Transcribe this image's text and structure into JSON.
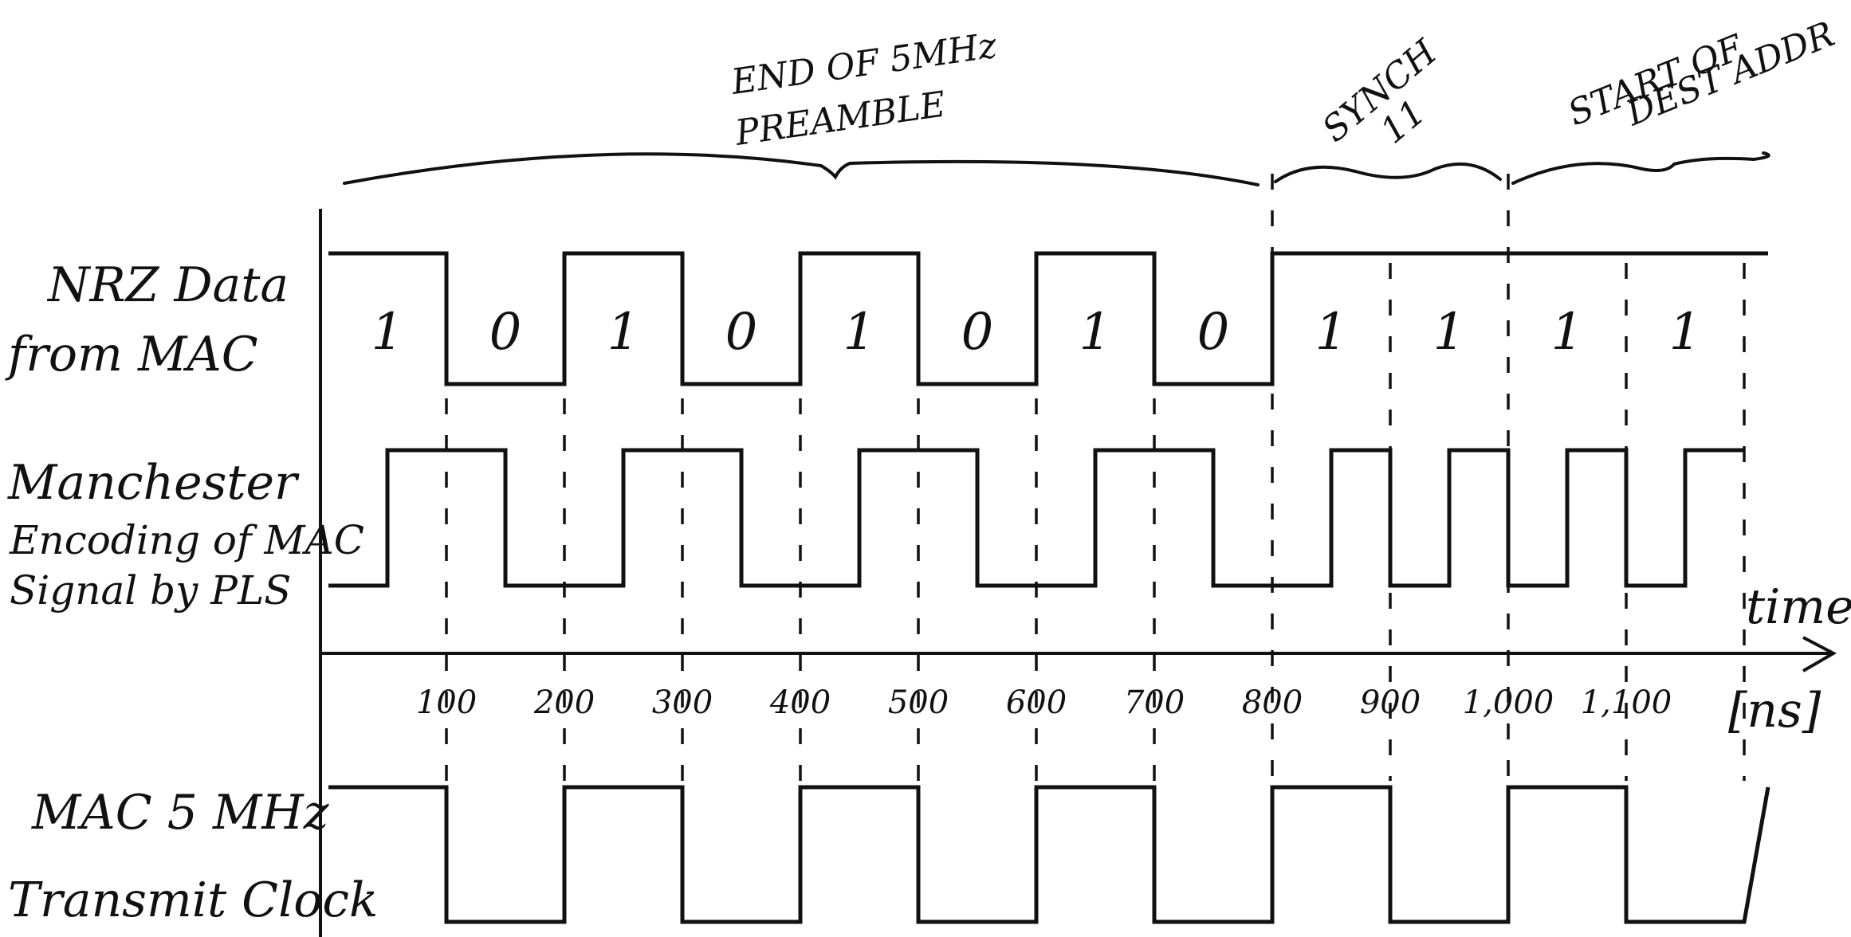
{
  "signals": {
    "nrz_label": [
      "NRZ Data",
      "from MAC"
    ],
    "manchester_label": [
      "Manchester",
      "Encoding of MAC",
      "Signal by PLS"
    ],
    "clock_label": [
      "MAC 5 MHz",
      "Transmit Clock"
    ]
  },
  "sections": {
    "preamble": [
      "END OF 5MHz",
      "PREAMBLE"
    ],
    "synch": [
      "SYNCH",
      "11"
    ],
    "dest": [
      "START OF",
      "DEST ADDR"
    ]
  },
  "nrz_bits": [
    "1",
    "0",
    "1",
    "0",
    "1",
    "0",
    "1",
    "0",
    "1",
    "1",
    "1",
    "1"
  ],
  "time_axis": {
    "label": "time",
    "unit": "[ns]",
    "ticks": [
      "100",
      "200",
      "300",
      "400",
      "500",
      "600",
      "700",
      "800",
      "900",
      "1,000",
      "1,100"
    ]
  },
  "bit_period_ns": 100
}
